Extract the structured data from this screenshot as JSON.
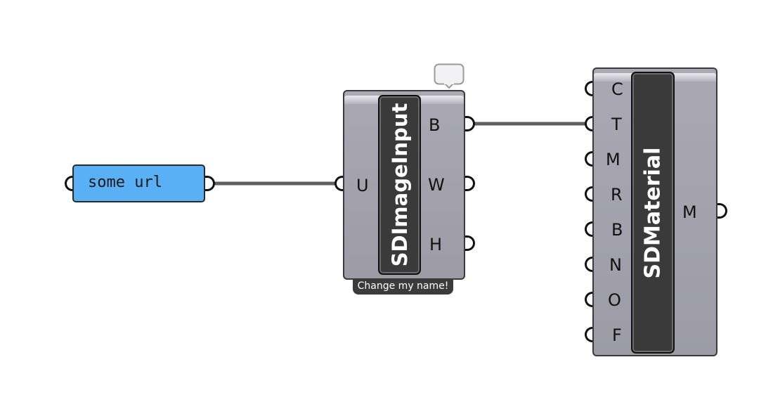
{
  "canvas": {
    "background_color": "#ffffff",
    "wire_color": "#5f5f5f"
  },
  "panel": {
    "text": "some url",
    "fill_color": "#5ab0f5"
  },
  "image_input": {
    "name": "SDImageInput",
    "inputs": [
      "U"
    ],
    "outputs": [
      "B",
      "W",
      "H"
    ],
    "label": "Change my name!",
    "balloon_icon": "comment-balloon-icon"
  },
  "material": {
    "name": "SDMaterial",
    "inputs": [
      "C",
      "T",
      "M",
      "R",
      "B",
      "N",
      "O",
      "F"
    ],
    "outputs": [
      "M"
    ]
  }
}
